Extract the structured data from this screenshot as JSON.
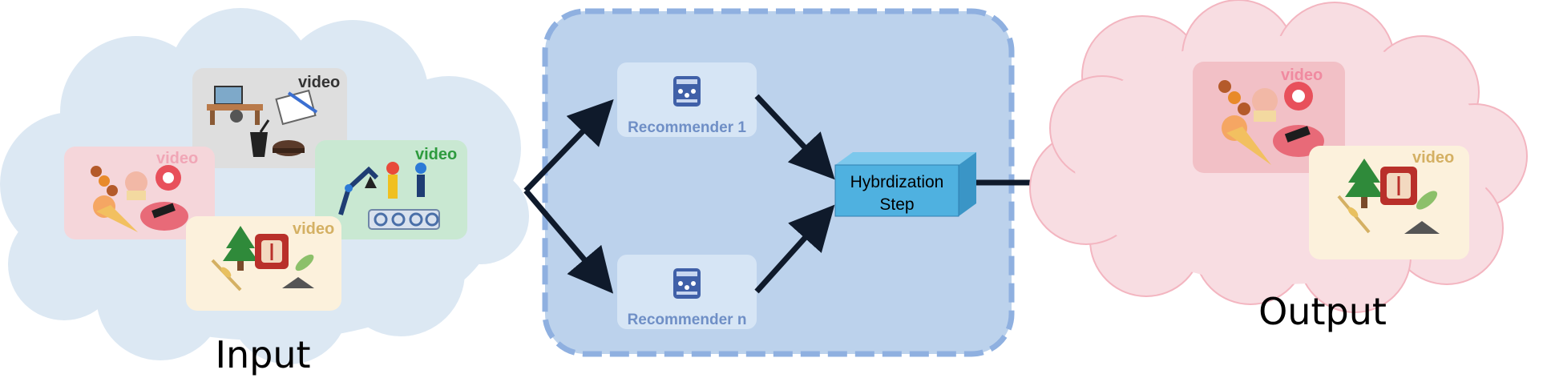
{
  "input": {
    "label": "Input"
  },
  "output": {
    "label": "Output"
  },
  "video_tag": "video",
  "input_cards": [
    {
      "theme": "office-food",
      "tag_color": "#333333"
    },
    {
      "theme": "sweets",
      "tag_color": "#f0a6b6"
    },
    {
      "theme": "robotics-2020",
      "tag_color": "#2e9b3e"
    },
    {
      "theme": "farming",
      "tag_color": "#d4b063"
    }
  ],
  "output_cards": [
    {
      "theme": "sweets",
      "tag_color": "#f08aa0"
    },
    {
      "theme": "farming",
      "tag_color": "#d4b063"
    }
  ],
  "recommenders": [
    {
      "label": "Recommender 1"
    },
    {
      "label": "Recommender n"
    }
  ],
  "hybridization": {
    "line1": "Hybrdization",
    "line2": "Step"
  },
  "colors": {
    "input_cloud": "#dce8f3",
    "output_cloud": "#f8dde2",
    "output_cloud_stroke": "#f3b5c0",
    "process_box": "#bcd2ec",
    "process_border": "#8fb0e0",
    "hyb_front": "#4fb1e0",
    "hyb_top": "#7cc8ec",
    "hyb_side": "#3a95c6",
    "arrow": "#0f1a2b"
  }
}
